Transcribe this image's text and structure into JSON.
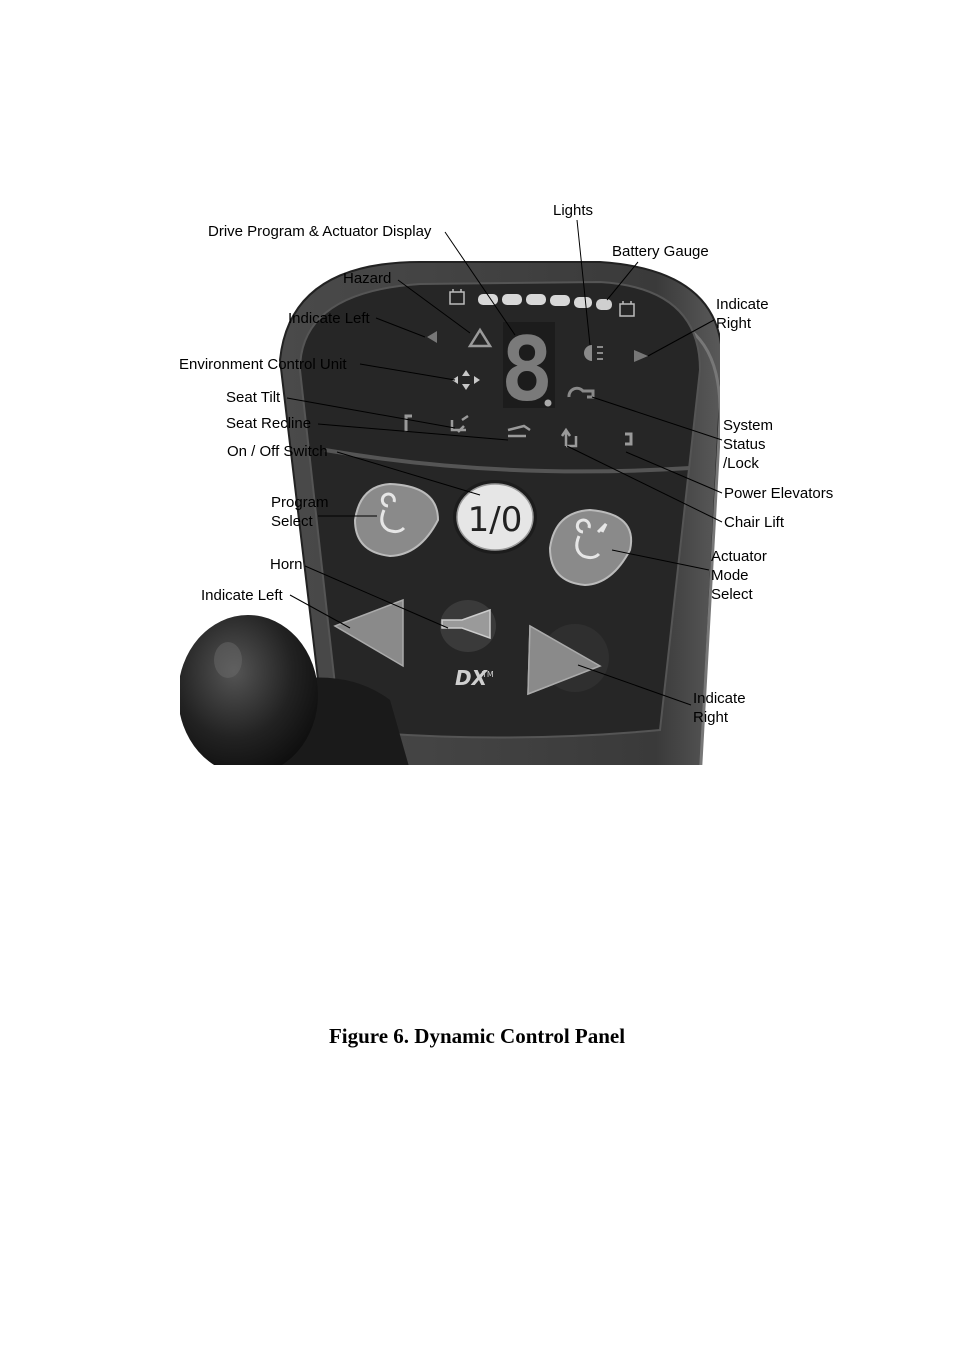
{
  "figure": {
    "caption": "Figure 6. Dynamic Control Panel",
    "display_digit": "8",
    "on_off_label": "1/0",
    "brand_logo": "DX™",
    "labels": {
      "lights": "Lights",
      "drive_program": "Drive Program & Actuator Display",
      "battery_gauge": "Battery Gauge",
      "hazard": "Hazard",
      "indicate_right_top_1": "Indicate",
      "indicate_right_top_2": "Right",
      "indicate_left_top": "Indicate Left",
      "environment_control": "Environment Control Unit",
      "seat_tilt": "Seat Tilt",
      "seat_recline": "Seat Recline",
      "on_off_switch": "On / Off Switch",
      "system_status_1": "System",
      "system_status_2": "Status",
      "system_status_3": "/Lock",
      "power_elevators": "Power Elevators",
      "program_select_1": "Program",
      "program_select_2": "Select",
      "chair_lift": "Chair Lift",
      "actuator_mode_1": "Actuator",
      "actuator_mode_2": "Mode",
      "actuator_mode_3": "Select",
      "horn": "Horn",
      "indicate_left_bottom": "Indicate Left",
      "indicate_right_bottom_1": "Indicate",
      "indicate_right_bottom_2": "Right"
    }
  },
  "icons": [
    "battery-icon",
    "hazard-icon",
    "indicate-left-icon",
    "indicate-right-icon",
    "lights-icon",
    "system-status-icon",
    "environment-control-icon",
    "seat-tilt-icon",
    "seat-recline-icon",
    "chair-lift-icon",
    "program-select-icon",
    "actuator-mode-icon",
    "horn-icon",
    "left-arrow-button-icon",
    "right-arrow-button-icon",
    "joystick-knob"
  ],
  "colors": {
    "panel_body": "#3a3a3a",
    "panel_face": "#262626",
    "button_gray": "#8a8a8a",
    "on_off_button": "#e6e6e6",
    "led_light": "#d8d8d8"
  }
}
